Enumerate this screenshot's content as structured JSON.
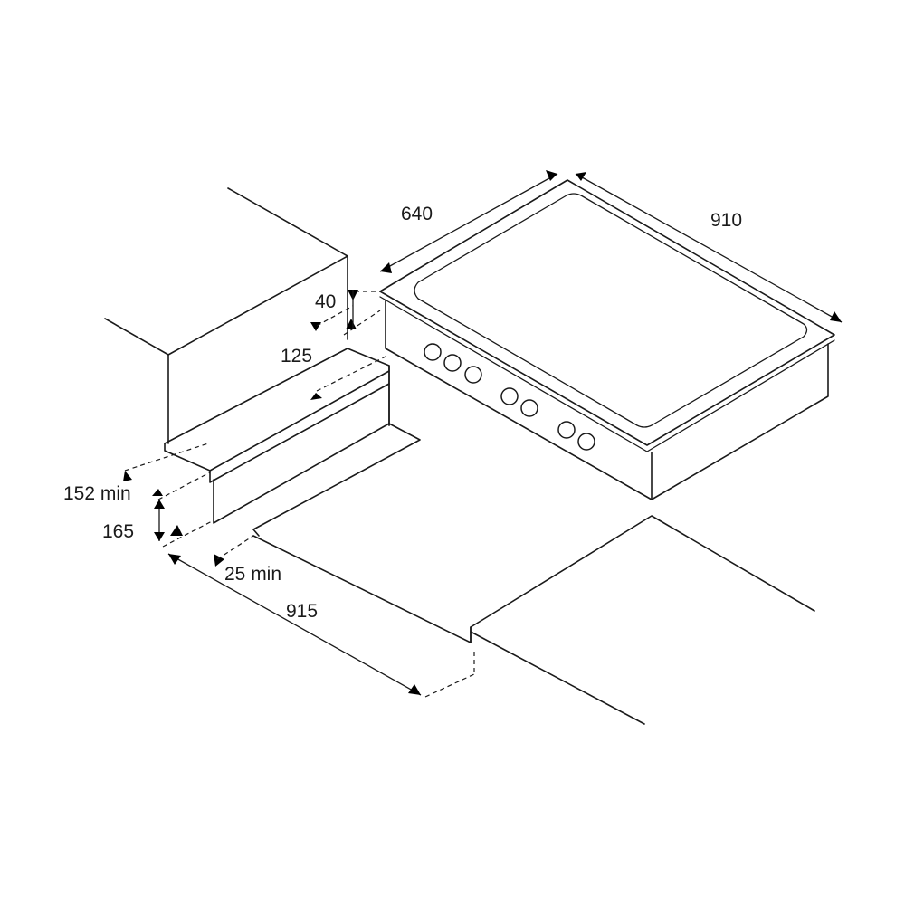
{
  "dimensions": {
    "hob_depth": "640",
    "hob_width": "910",
    "hob_height": "40",
    "cabinet_gap": "125",
    "side_clearance": "152 min",
    "side_height": "165",
    "rear_clearance": "25 min",
    "cutout_width": "915"
  }
}
